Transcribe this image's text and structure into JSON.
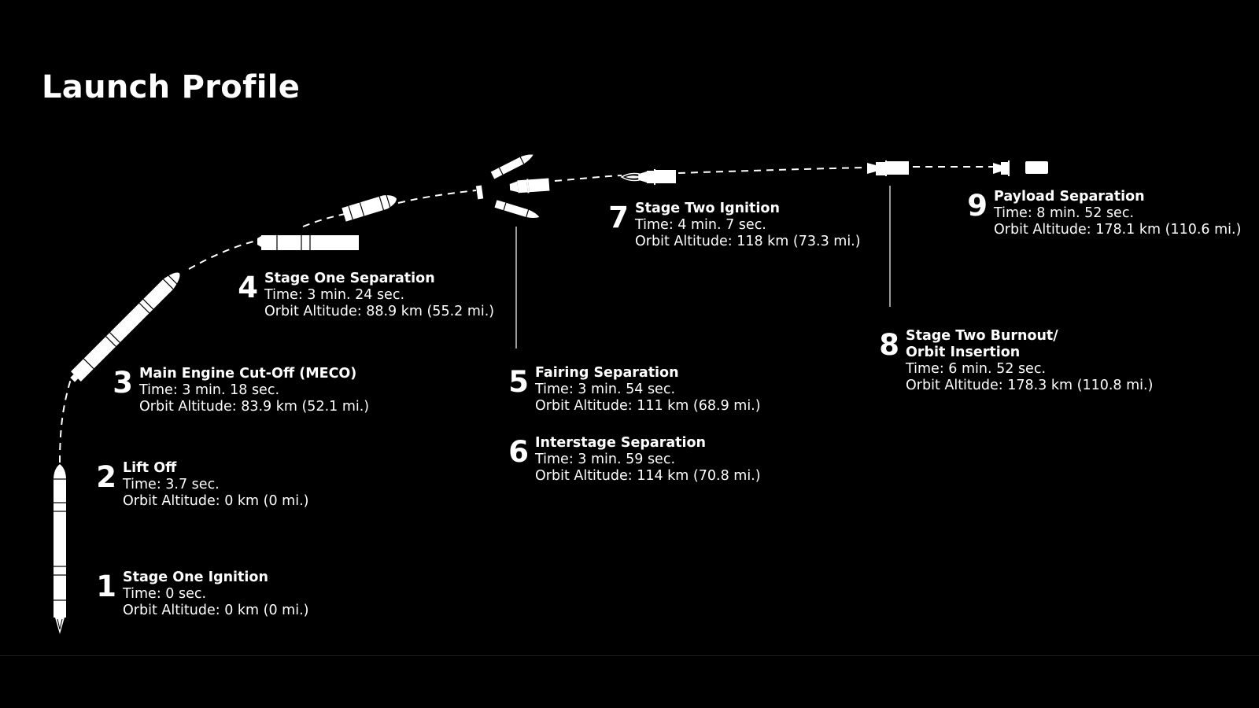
{
  "title": "Launch Profile",
  "colors": {
    "background": "#000000",
    "foreground": "#ffffff",
    "trajectory": "#ffffff",
    "divider": "#1a1a1a"
  },
  "events": [
    {
      "number": "1",
      "name": "Stage One Ignition",
      "time": "Time: 0 sec.",
      "altitude": "Orbit Altitude: 0 km (0 mi.)"
    },
    {
      "number": "2",
      "name": "Lift Off",
      "time": "Time: 3.7 sec.",
      "altitude": "Orbit Altitude: 0 km (0 mi.)"
    },
    {
      "number": "3",
      "name": "Main Engine Cut-Off (MECO)",
      "time": "Time: 3 min. 18 sec.",
      "altitude": "Orbit Altitude: 83.9 km (52.1 mi.)"
    },
    {
      "number": "4",
      "name": "Stage One Separation",
      "time": "Time: 3 min. 24 sec.",
      "altitude": "Orbit Altitude: 88.9 km (55.2 mi.)"
    },
    {
      "number": "5",
      "name": "Fairing Separation",
      "time": "Time: 3 min. 54 sec.",
      "altitude": "Orbit Altitude: 111 km (68.9 mi.)"
    },
    {
      "number": "6",
      "name": "Interstage Separation",
      "time": "Time: 3 min. 59 sec.",
      "altitude": "Orbit Altitude: 114 km (70.8 mi.)"
    },
    {
      "number": "7",
      "name": "Stage Two Ignition",
      "time": "Time: 4 min. 7 sec.",
      "altitude": "Orbit Altitude: 118 km (73.3 mi.)"
    },
    {
      "number": "8",
      "name_line1": "Stage Two Burnout/",
      "name_line2": "Orbit Insertion",
      "time": "Time: 6 min. 52 sec.",
      "altitude": "Orbit Altitude: 178.3 km (110.8 mi.)"
    },
    {
      "number": "9",
      "name": "Payload Separation",
      "time": "Time: 8 min. 52 sec.",
      "altitude": "Orbit Altitude: 178.1 km (110.6 mi.)"
    }
  ],
  "icons": {
    "vertical_rocket": "rocket-vertical-icon",
    "angled_rocket": "rocket-angled-icon",
    "first_stage": "first-stage-icon",
    "upper_stack": "upper-stack-icon",
    "fairing_halves": "fairing-halves-icon",
    "interstage": "interstage-ring-icon",
    "second_stage_firing": "second-stage-firing-icon",
    "second_stage_burnout": "second-stage-burnout-icon",
    "payload": "payload-icon"
  }
}
